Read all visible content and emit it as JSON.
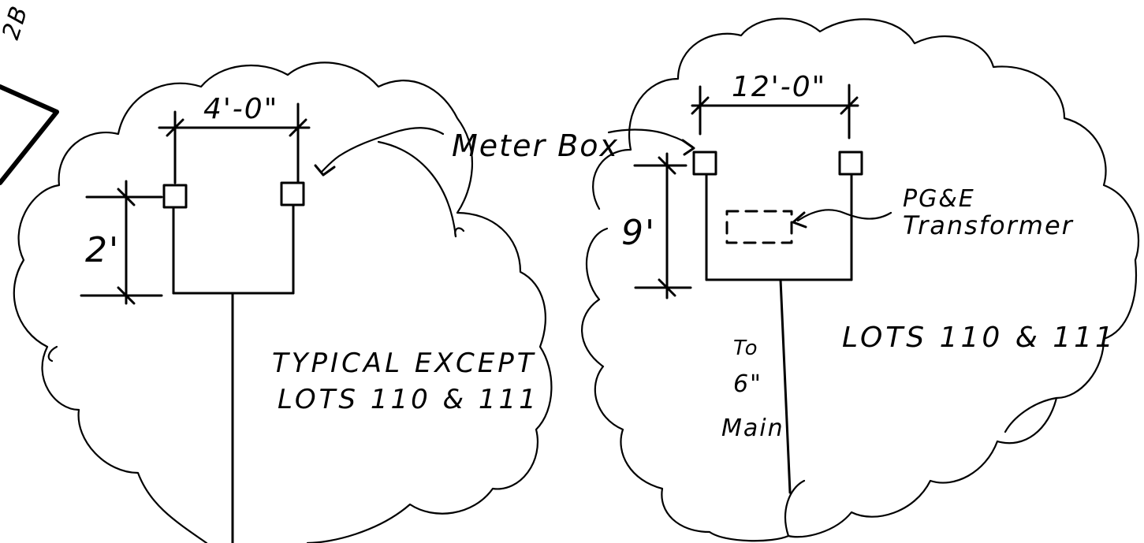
{
  "corner_fragment": {
    "text": "2B"
  },
  "left_detail": {
    "width_dim": "4'-0\"",
    "height_dim": "2'",
    "note_line_1": "TYPICAL EXCEPT",
    "note_line_2": "LOTS 110 & 111"
  },
  "callouts": {
    "meter_box": "Meter Box"
  },
  "right_detail": {
    "width_dim": "12'-0\"",
    "height_dim": "9'",
    "transformer_line_1": "PG&E",
    "transformer_line_2": "Transformer",
    "main_line_1": "To",
    "main_line_2": "6\"",
    "main_line_3": "Main",
    "note": "LOTS 110 & 111"
  },
  "colors": {
    "ink": "#000000",
    "paper": "#ffffff"
  }
}
